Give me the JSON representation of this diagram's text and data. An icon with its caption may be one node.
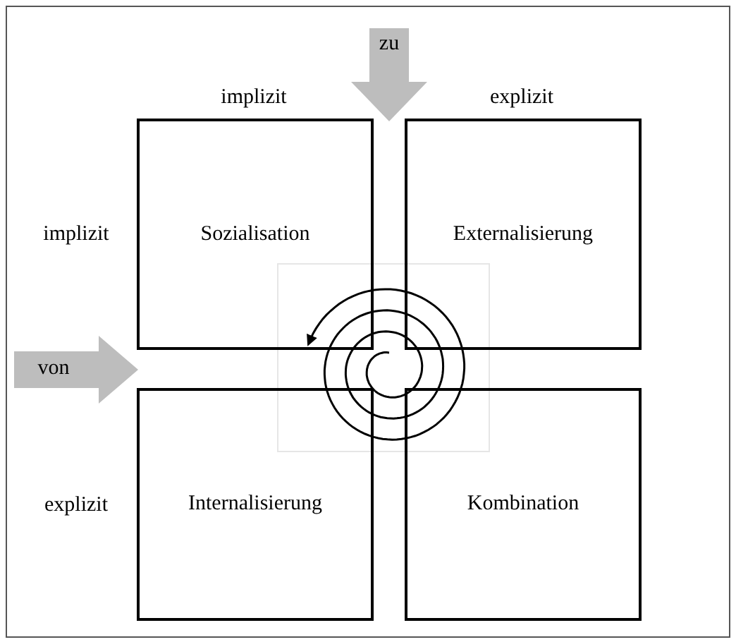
{
  "diagram": {
    "nodes": [
      {
        "text": [
          "Sozialisation"
        ]
      },
      {
        "text": [
          "Externalisierung"
        ]
      },
      {
        "text": [
          "Internalisierung"
        ]
      },
      {
        "text": [
          "Kombination"
        ]
      }
    ],
    "labels": [
      "zu",
      "implizit",
      "explizit",
      "implizit",
      "von",
      "explizit"
    ]
  }
}
